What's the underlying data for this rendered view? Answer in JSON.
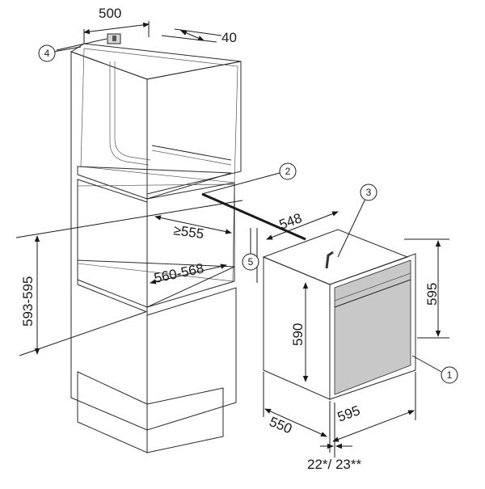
{
  "diagram": {
    "dimensions": {
      "cabinet_width": "500",
      "rear_gap": "40",
      "niche_depth_min": "≥555",
      "niche_height": "560-568",
      "install_height": "593-595",
      "oven_depth_body": "548",
      "oven_body_height": "590",
      "oven_front_height": "595",
      "oven_width": "595",
      "oven_depth_total": "550",
      "front_panel": "22*/ 23**"
    },
    "callouts": [
      "1",
      "2",
      "3",
      "4",
      "5"
    ]
  }
}
